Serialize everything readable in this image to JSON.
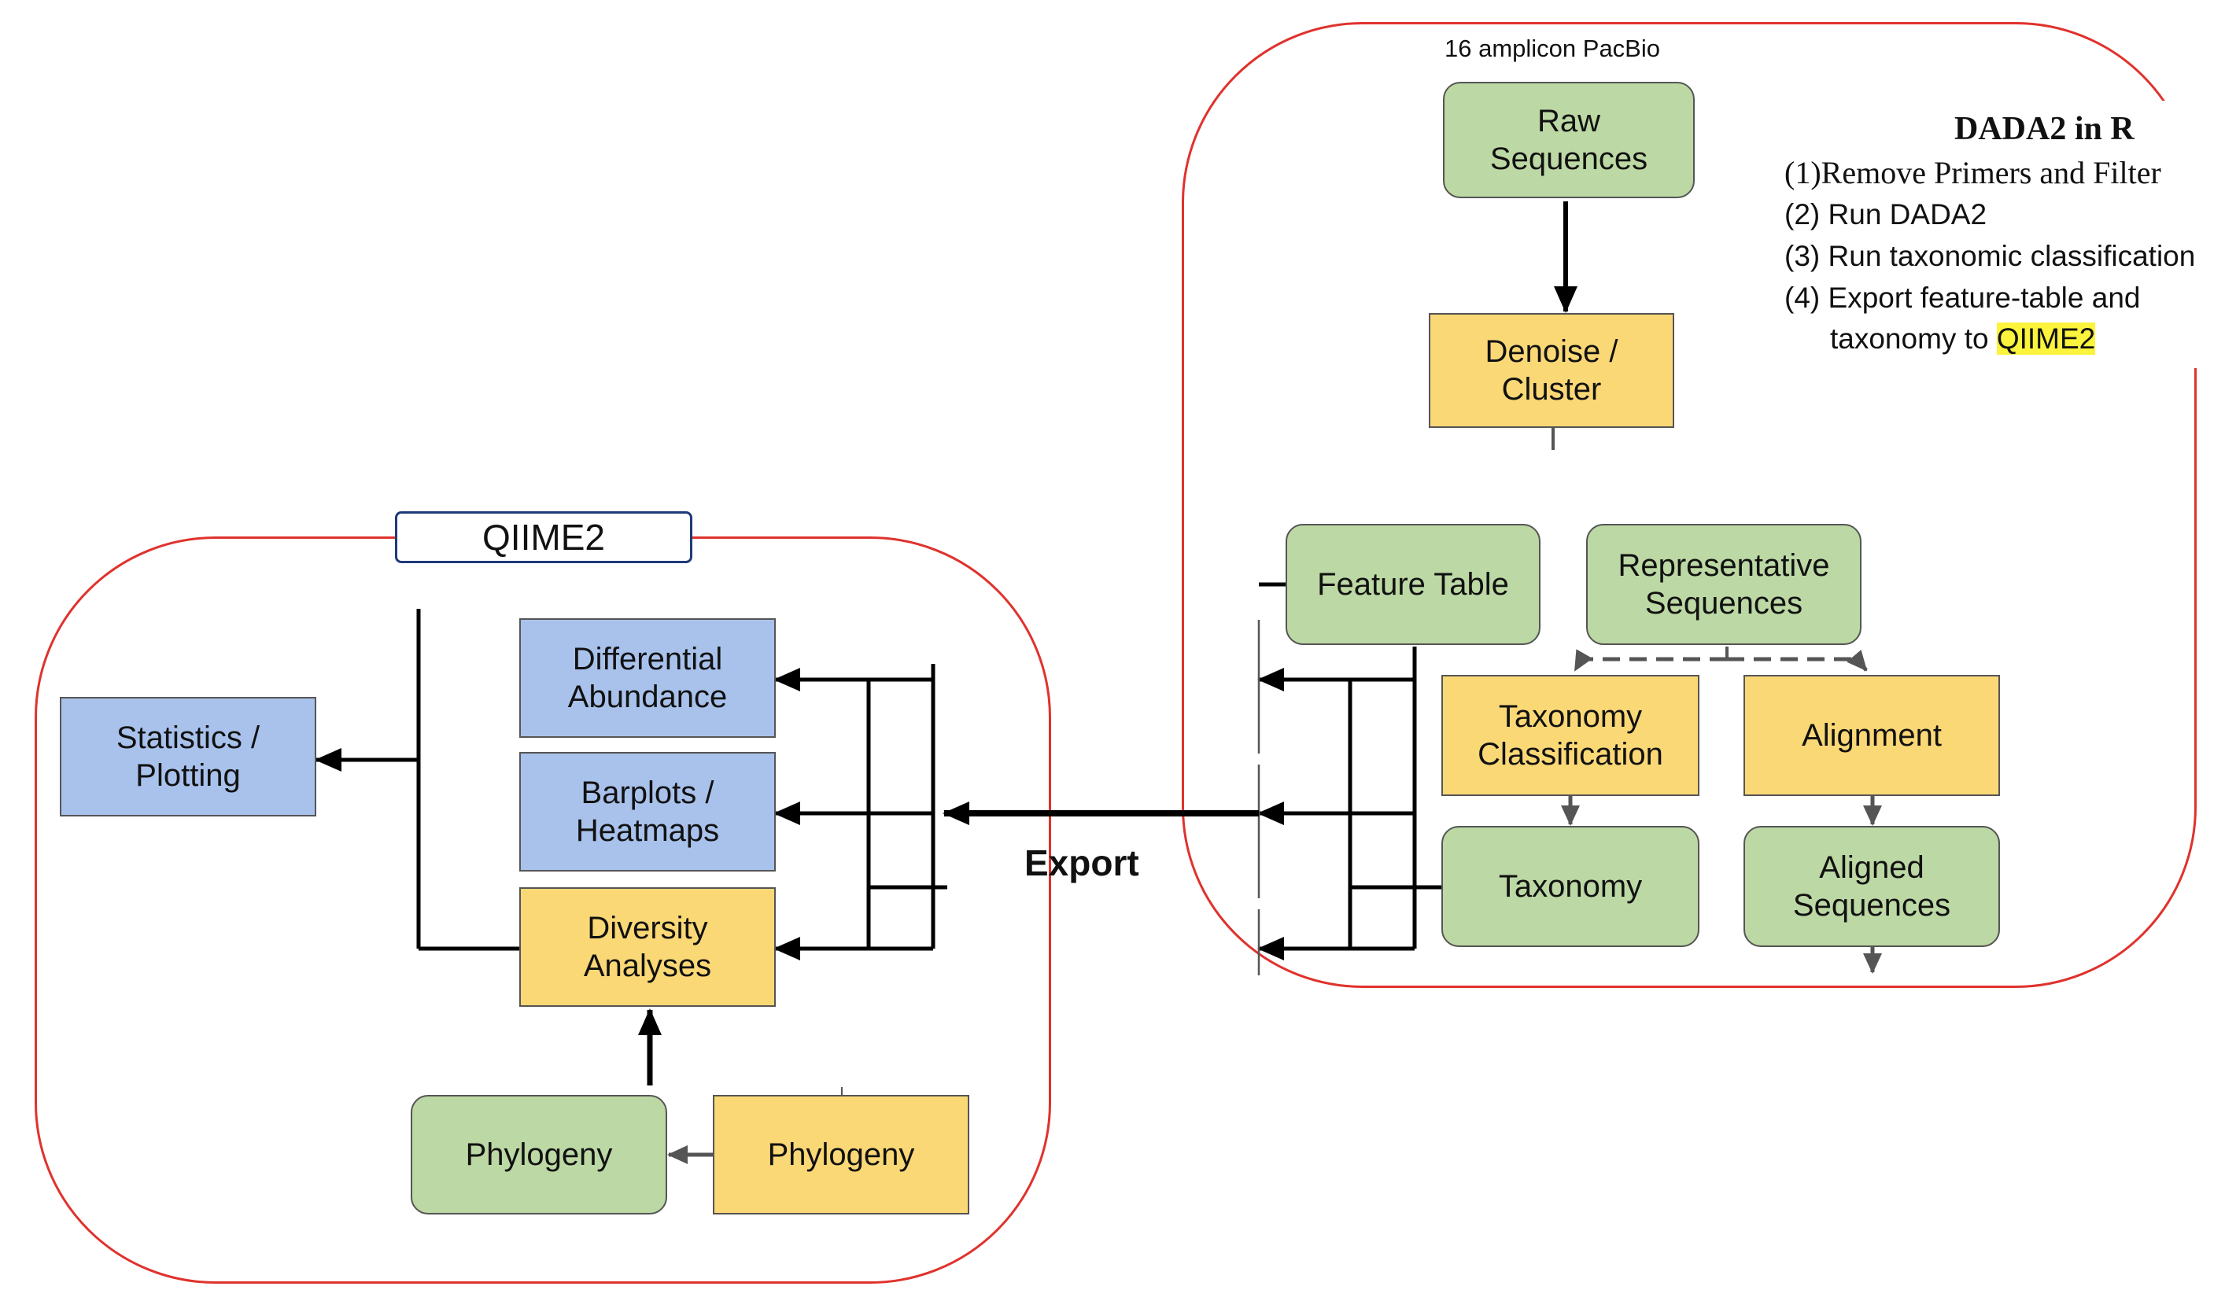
{
  "header": {
    "platform_label": "16 amplicon PacBio"
  },
  "qiime": {
    "title": "QIIME2",
    "boxes": {
      "statistics": "Statistics /\nPlotting",
      "differential": "Differential\nAbundance",
      "barplots": "Barplots /\nHeatmaps",
      "diversity": "Diversity\nAnalyses",
      "phylogeny_green": "Phylogeny",
      "phylogeny_yellow": "Phylogeny"
    }
  },
  "dada": {
    "heading": "DADA2 in R",
    "steps": [
      {
        "num": "(1)",
        "text": "Remove Primers and Filter"
      },
      {
        "num": "(2)",
        "text": "Run DADA2"
      },
      {
        "num": "(3)",
        "text": "Run taxonomic classification"
      },
      {
        "num": "(4)",
        "text": "Export feature-table and"
      }
    ],
    "step4_cont": "taxonomy to ",
    "step4_highlight": "QIIME2",
    "boxes": {
      "raw": "Raw\nSequences",
      "denoise": "Denoise /\nCluster",
      "feature_table": "Feature Table",
      "rep_seqs": "Representative\nSequences",
      "tax_class": "Taxonomy\nClassification",
      "alignment": "Alignment",
      "taxonomy": "Taxonomy",
      "aligned": "Aligned\nSequences"
    }
  },
  "export_label": "Export",
  "colors": {
    "region_border": "#e0322d",
    "green": "#bcd8a4",
    "yellow": "#fbd876",
    "blue": "#a8c2ec",
    "highlight": "#fbf33c"
  }
}
